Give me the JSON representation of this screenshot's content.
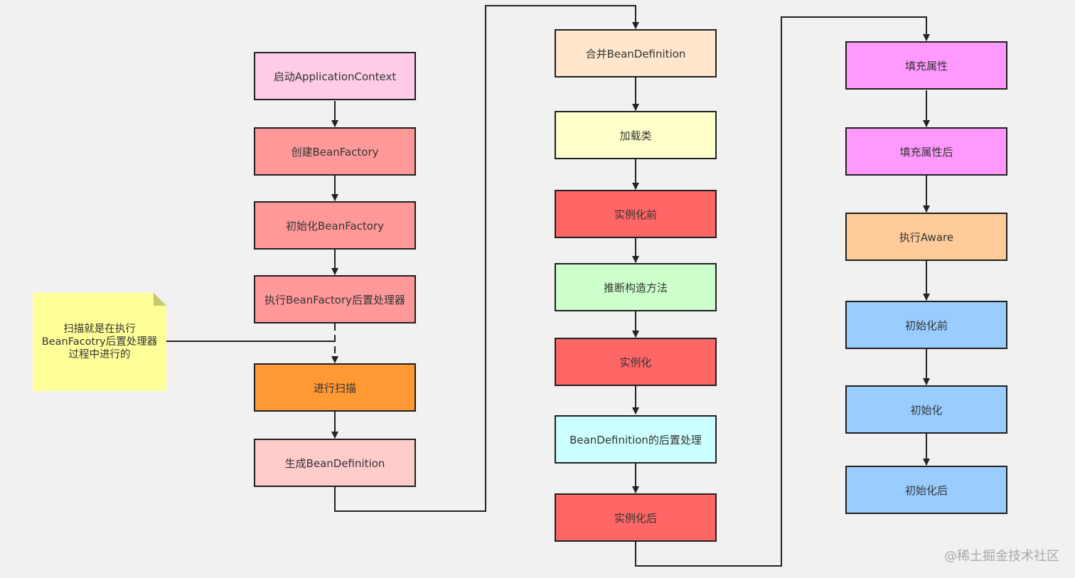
{
  "nodes": {
    "start_context": {
      "label": "启动ApplicationContext",
      "color": "#ffccE6"
    },
    "create_factory": {
      "label": "创建BeanFactory",
      "color": "#ff9999"
    },
    "init_factory": {
      "label": "初始化BeanFactory",
      "color": "#ff9999"
    },
    "run_postprocessors": {
      "label": "执行BeanFactory后置处理器",
      "color": "#ff9999"
    },
    "scan": {
      "label": "进行扫描",
      "color": "#ff9933"
    },
    "gen_definition": {
      "label": "生成BeanDefinition",
      "color": "#ffcccc"
    },
    "merge_definition": {
      "label": "合并BeanDefinition",
      "color": "#ffe6cc"
    },
    "load_class": {
      "label": "加载类",
      "color": "#ffffcc"
    },
    "before_instantiation": {
      "label": "实例化前",
      "color": "#ff6666"
    },
    "infer_constructor": {
      "label": "推断构造方法",
      "color": "#ccffcc"
    },
    "instantiation": {
      "label": "实例化",
      "color": "#ff6666"
    },
    "definition_post": {
      "label": "BeanDefinition的后置处理",
      "color": "#ccffff"
    },
    "after_instantiation": {
      "label": "实例化后",
      "color": "#ff6666"
    },
    "populate": {
      "label": "填充属性",
      "color": "#ff99ff"
    },
    "after_populate": {
      "label": "填充属性后",
      "color": "#ff99ff"
    },
    "aware": {
      "label": "执行Aware",
      "color": "#ffcc99"
    },
    "before_init": {
      "label": "初始化前",
      "color": "#99ccff"
    },
    "init": {
      "label": "初始化",
      "color": "#99ccff"
    },
    "after_init": {
      "label": "初始化后",
      "color": "#99ccff"
    }
  },
  "note": {
    "line1": "扫描就是在执行",
    "line2": "BeanFacotry后置处理器",
    "line3": "过程中进行的",
    "color": "#ffff99"
  },
  "watermark": "@稀土掘金技术社区"
}
